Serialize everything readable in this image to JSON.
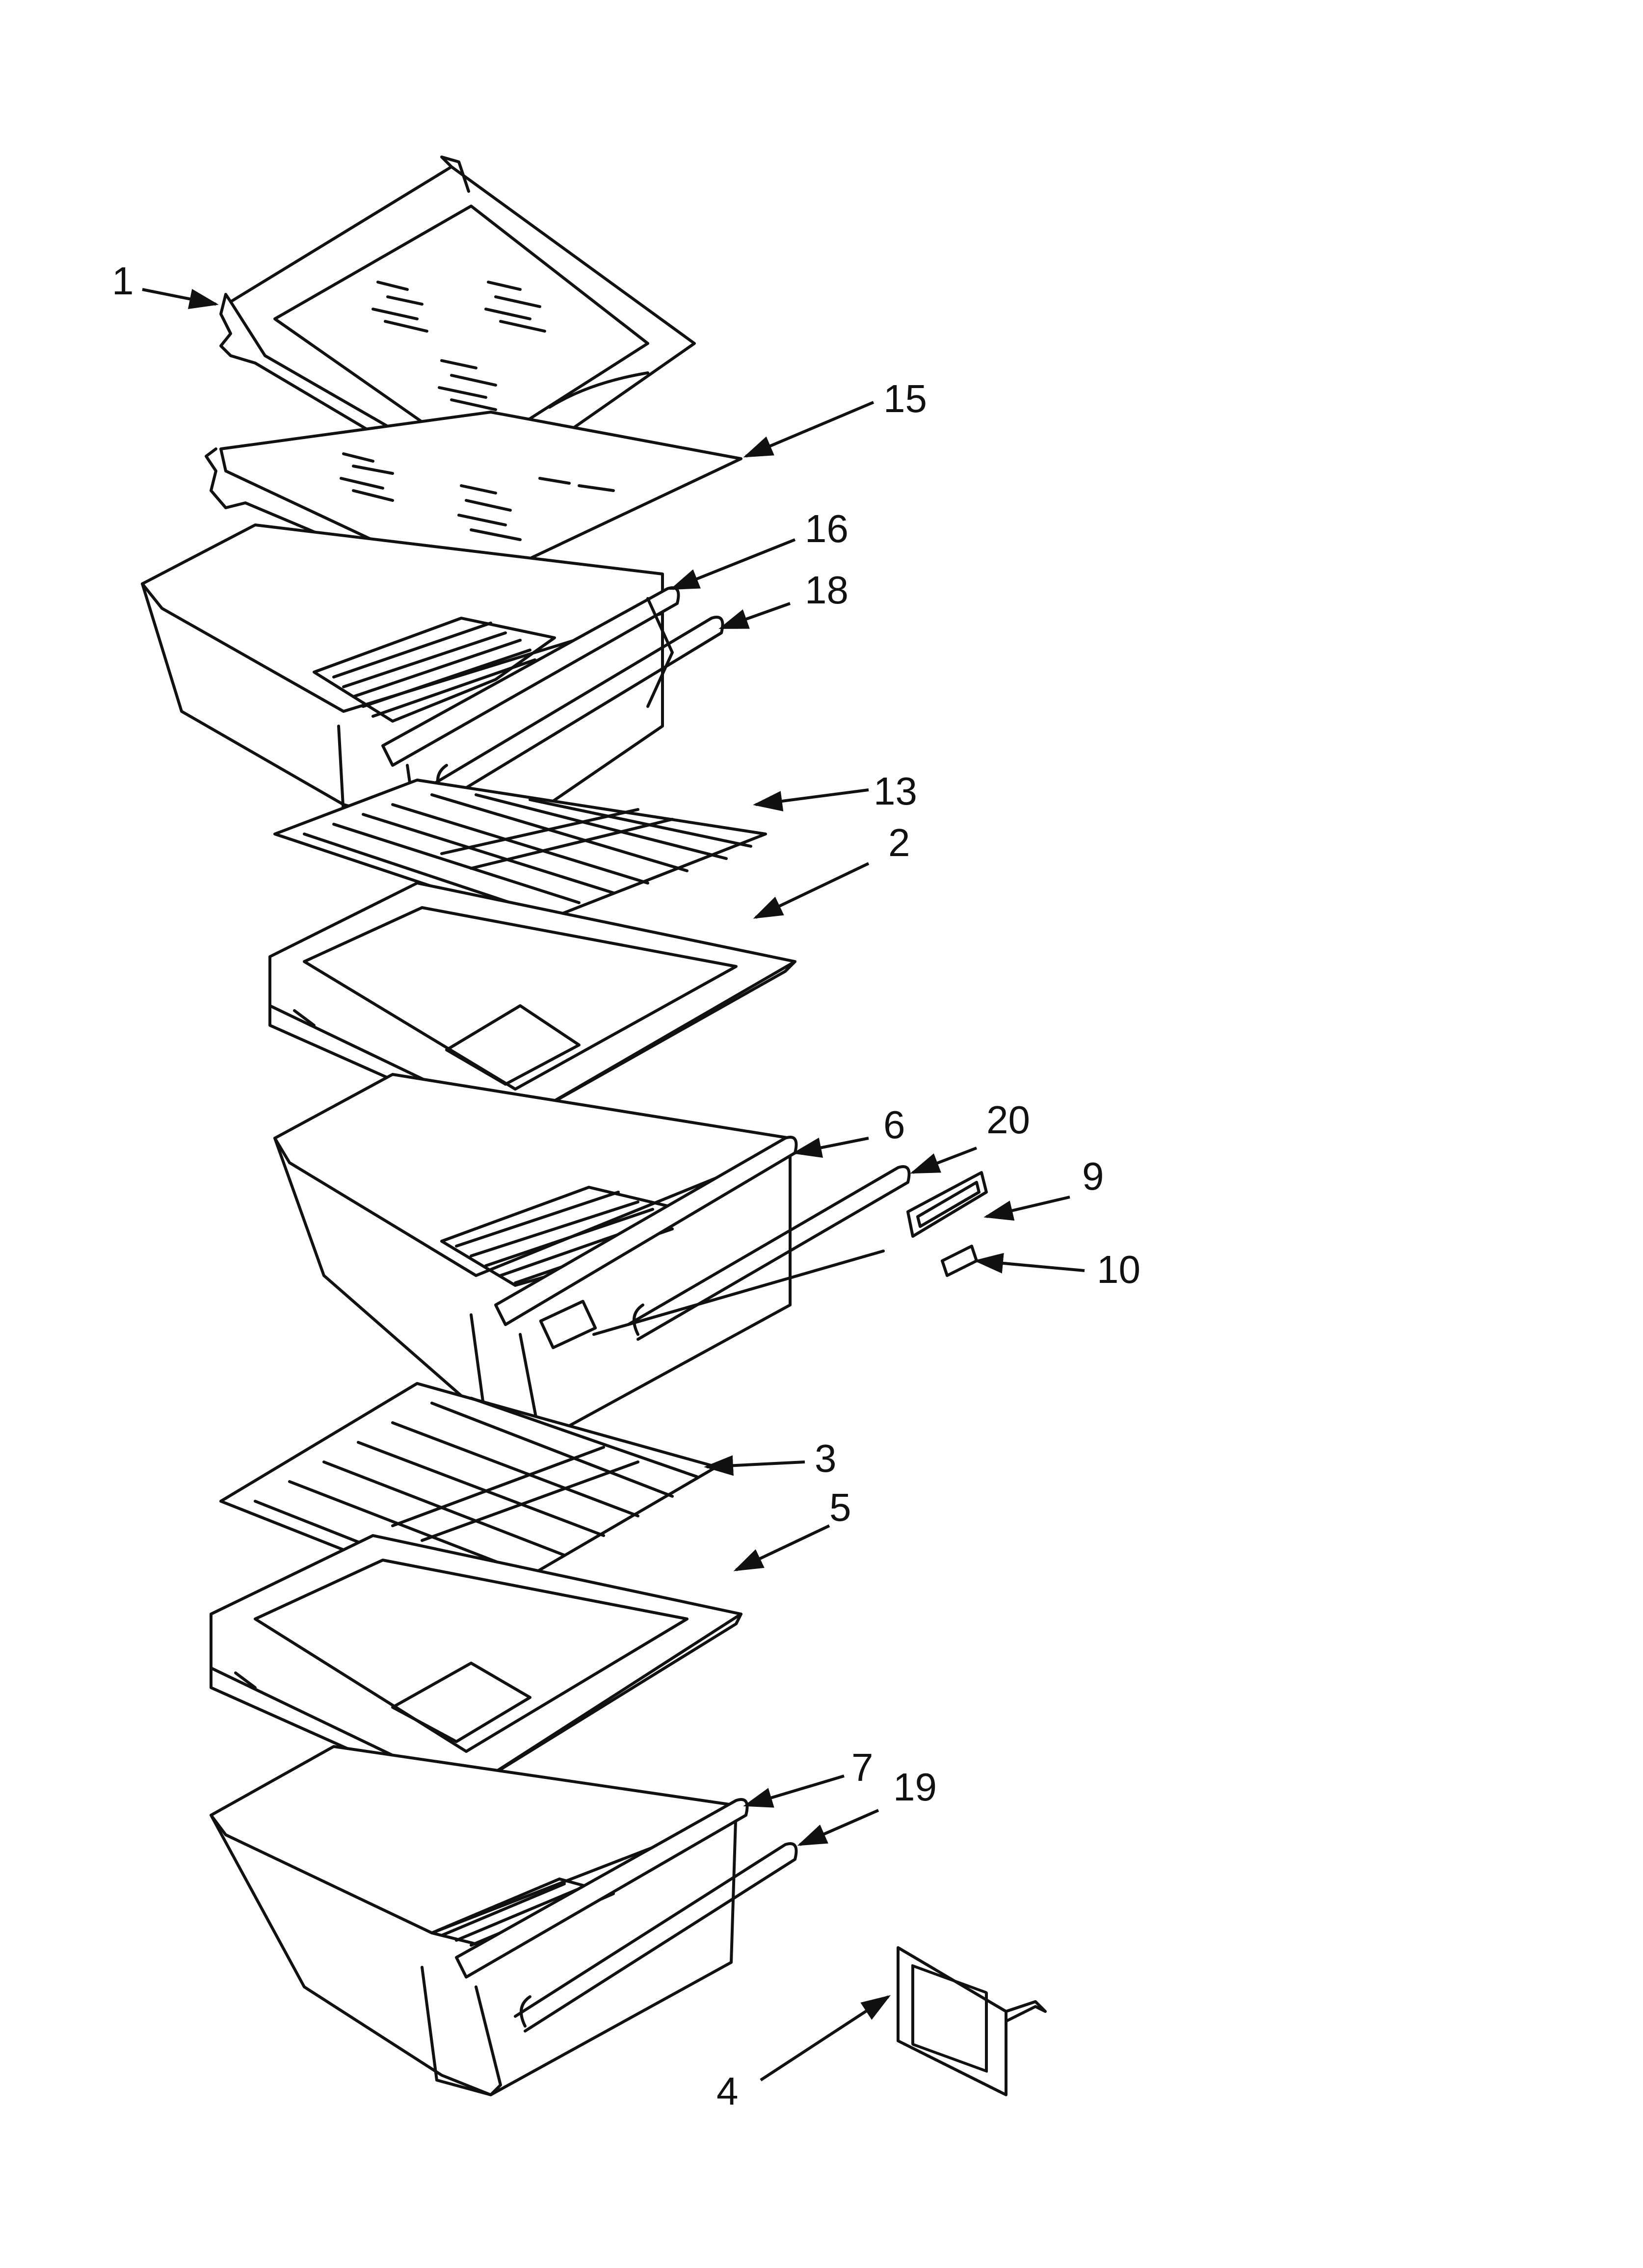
{
  "callouts": {
    "c1": "1",
    "c15": "15",
    "c16": "16",
    "c18": "18",
    "c13": "13",
    "c2": "2",
    "c6": "6",
    "c20": "20",
    "c9": "9",
    "c10": "10",
    "c3": "3",
    "c5": "5",
    "c7": "7",
    "c19": "19",
    "c4": "4"
  }
}
